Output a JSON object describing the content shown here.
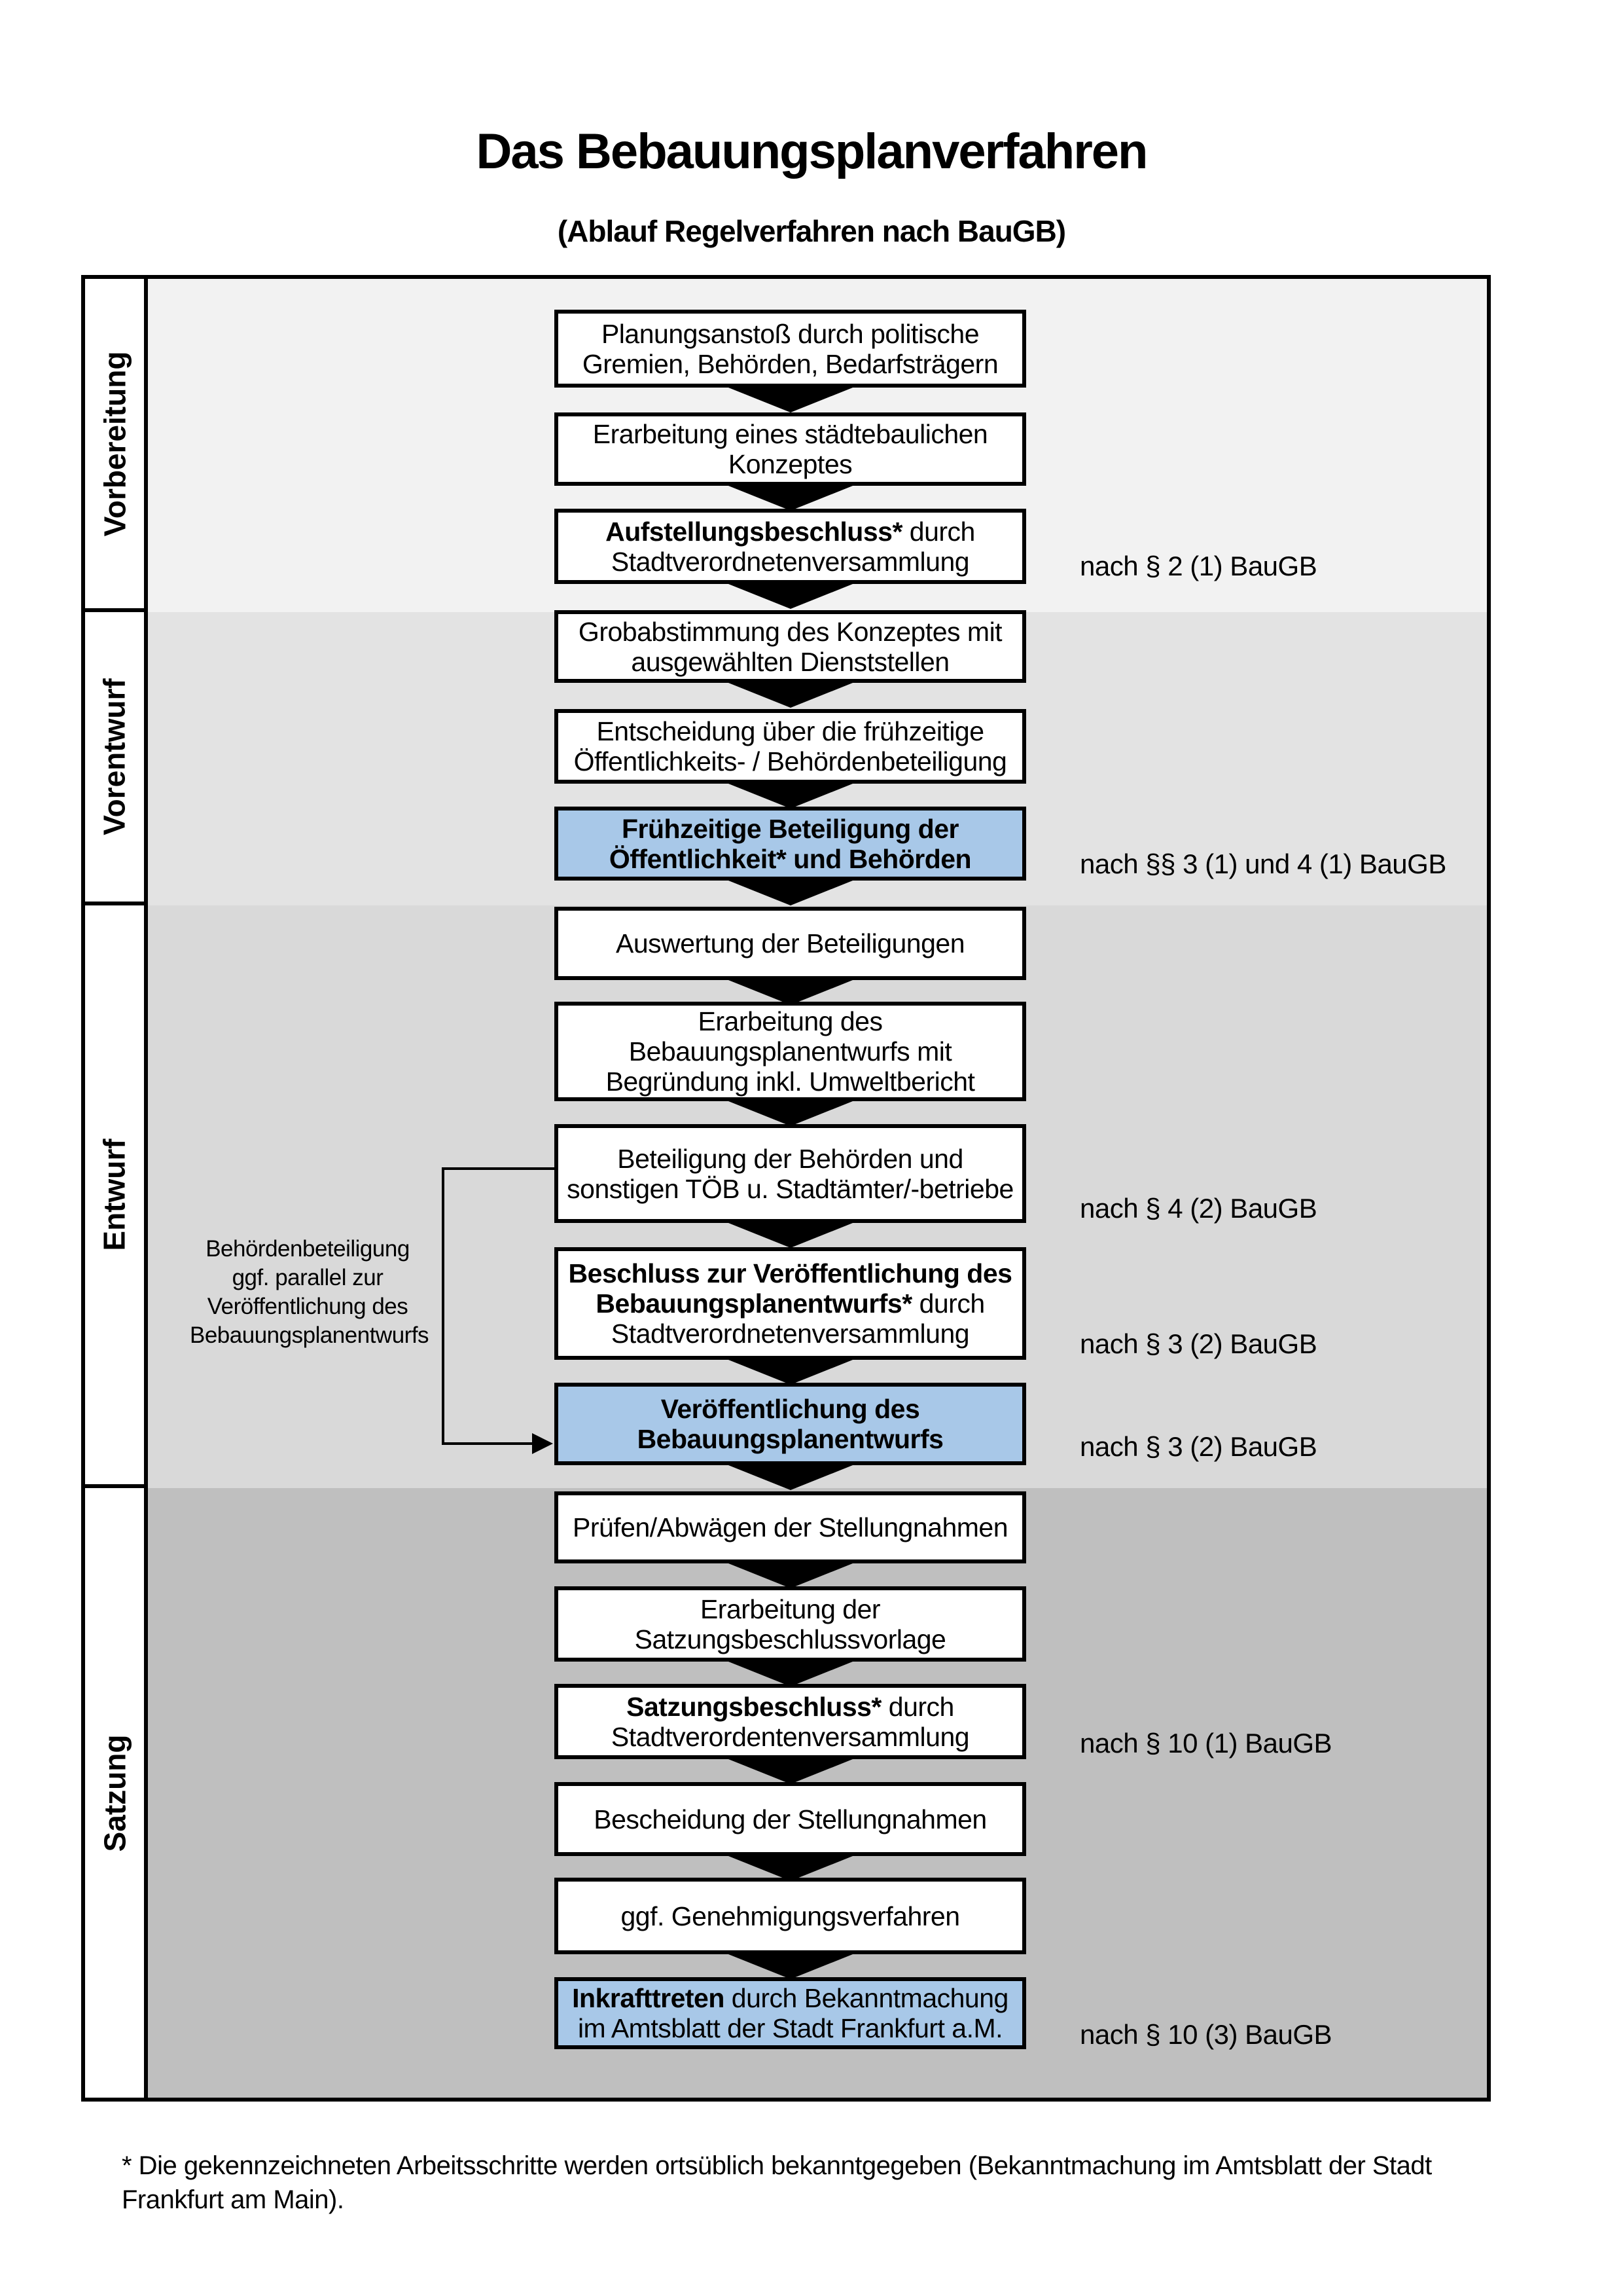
{
  "title": "Das Bebauungsplanverfahren",
  "subtitle": "(Ablauf Regelverfahren nach BauGB)",
  "phases": [
    {
      "label": "Vorbereitung"
    },
    {
      "label": "Vorentwurf"
    },
    {
      "label": "Entwurf"
    },
    {
      "label": "Satzung"
    }
  ],
  "boxes": [
    {
      "lines": [
        {
          "n": "Planungsanstoß durch politische"
        },
        {
          "n": "Gremien, Behörden, Bedarfsträgern"
        }
      ]
    },
    {
      "lines": [
        {
          "n": "Erarbeitung eines städtebaulichen"
        },
        {
          "n": "Konzeptes"
        }
      ]
    },
    {
      "lines": [
        {
          "b": "Aufstellungsbeschluss*",
          "n": " durch"
        },
        {
          "n": "Stadtverordnetenversammlung"
        }
      ]
    },
    {
      "lines": [
        {
          "n": "Grobabstimmung des Konzeptes mit"
        },
        {
          "n": "ausgewählten Dienststellen"
        }
      ]
    },
    {
      "lines": [
        {
          "n": "Entscheidung über die frühzeitige"
        },
        {
          "n": "Öffentlichkeits- / Behördenbeteiligung"
        }
      ]
    },
    {
      "lines": [
        {
          "b": "Frühzeitige Beteiligung der"
        },
        {
          "b": "Öffentlichkeit* und Behörden"
        }
      ]
    },
    {
      "lines": [
        {
          "n": "Auswertung der Beteiligungen"
        }
      ]
    },
    {
      "lines": [
        {
          "n": "Erarbeitung des"
        },
        {
          "n": "Bebauungsplanentwurfs mit"
        },
        {
          "n": "Begründung inkl. Umweltbericht"
        }
      ]
    },
    {
      "lines": [
        {
          "n": "Beteiligung der Behörden und"
        },
        {
          "n": "sonstigen TÖB u. Stadtämter/-betriebe"
        }
      ]
    },
    {
      "lines": [
        {
          "b": "Beschluss zur Veröffentlichung des"
        },
        {
          "b": "Bebauungsplanentwurfs*",
          "n": " durch"
        },
        {
          "n": "Stadtverordnetenversammlung"
        }
      ]
    },
    {
      "lines": [
        {
          "b": "Veröffentlichung des"
        },
        {
          "b": "Bebauungsplanentwurfs"
        }
      ]
    },
    {
      "lines": [
        {
          "n": "Prüfen/Abwägen der Stellungnahmen"
        }
      ]
    },
    {
      "lines": [
        {
          "n": "Erarbeitung der"
        },
        {
          "n": "Satzungsbeschlussvorlage"
        }
      ]
    },
    {
      "lines": [
        {
          "b": "Satzungsbeschluss*",
          "n": " durch"
        },
        {
          "n": "Stadtverordentenversammlung"
        }
      ]
    },
    {
      "lines": [
        {
          "n": "Bescheidung der Stellungnahmen"
        }
      ]
    },
    {
      "lines": [
        {
          "n": "ggf. Genehmigungsverfahren"
        }
      ]
    },
    {
      "lines": [
        {
          "b": "Inkrafttreten",
          "n": " durch Bekanntmachung"
        },
        {
          "n": "im Amtsblatt der Stadt Frankfurt a.M."
        }
      ]
    }
  ],
  "references": [
    {
      "text": "nach § 2 (1) BauGB"
    },
    {
      "text": "nach §§ 3 (1) und 4 (1) BauGB"
    },
    {
      "text": "nach § 4 (2) BauGB"
    },
    {
      "text": "nach § 3 (2) BauGB"
    },
    {
      "text": "nach § 3 (2) BauGB"
    },
    {
      "text": "nach § 10 (1) BauGB"
    },
    {
      "text": "nach § 10 (3) BauGB"
    }
  ],
  "annotation": {
    "line1": "Behördenbeteiligung",
    "line2": "ggf. parallel zur",
    "line3": "Veröffentlichung des",
    "line4": "Bebauungsplanentwurfs"
  },
  "footnote": {
    "line1": "* Die gekennzeichneten Arbeitsschritte werden ortsüblich bekanntgegeben (Bekanntmachung im Amtsblatt der Stadt",
    "line2": "Frankfurt am Main)."
  },
  "colors": {
    "highlight_blue": "#a8c8e8",
    "phase_fill_vorbereitung": "#f2f2f2",
    "phase_fill_vorentwurf": "#e3e3e3",
    "phase_fill_entwurf": "#d9d9d9",
    "phase_fill_satzung": "#bfbfbf",
    "box_border": "#000000"
  }
}
